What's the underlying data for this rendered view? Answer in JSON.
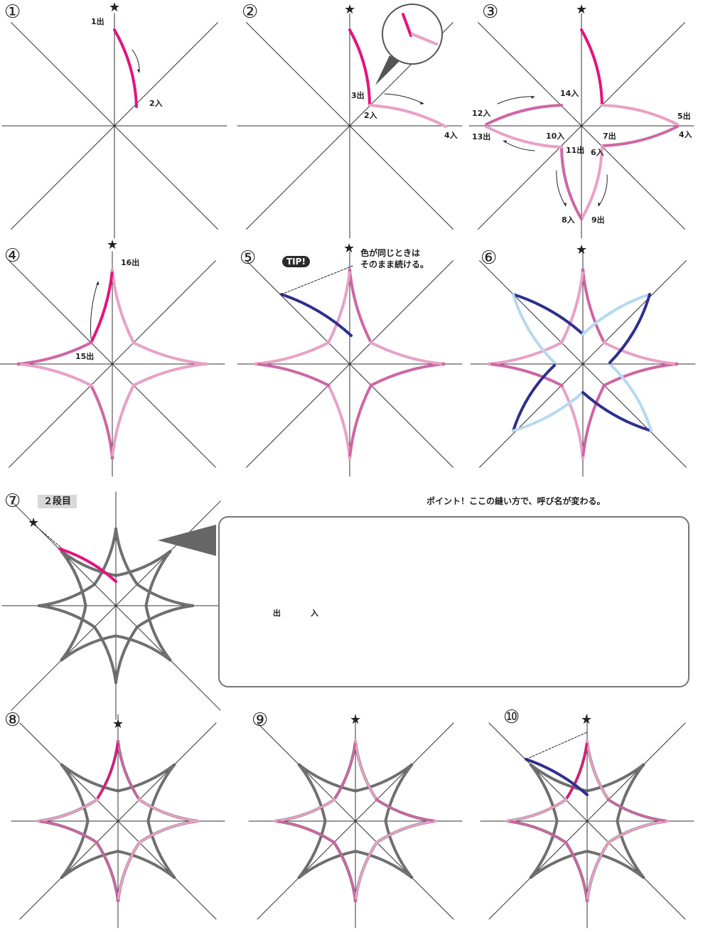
{
  "colors": {
    "magenta": "#e4137d",
    "pink": "#e8a1c6",
    "mid_pink": "#cf65a5",
    "navy": "#2e2f8c",
    "light_blue": "#b5d9f0",
    "gray": "#6f6f6f",
    "axis": "#333333"
  },
  "star_glyph": "★",
  "steps": [
    {
      "number": "①"
    },
    {
      "number": "②"
    },
    {
      "number": "③"
    },
    {
      "number": "④"
    },
    {
      "number": "⑤"
    },
    {
      "number": "⑥"
    },
    {
      "number": "⑦"
    },
    {
      "number": "⑧"
    },
    {
      "number": "⑨"
    },
    {
      "number": "⑩"
    }
  ],
  "step1": {
    "labels": [
      "1出",
      "2入"
    ]
  },
  "step2": {
    "labels": [
      "3出",
      "2入",
      "4入"
    ]
  },
  "step3": {
    "labels": [
      "14入",
      "12入",
      "5出",
      "13出",
      "10入",
      "7出",
      "4入",
      "11出",
      "6入",
      "8入",
      "9出"
    ]
  },
  "step4": {
    "labels": [
      "16出",
      "15出"
    ]
  },
  "step5": {
    "tip": "TIP!",
    "note_line1": "色が同じときは",
    "note_line2": "そのまま続ける。"
  },
  "step7": {
    "badge": "２段目",
    "point": "ポイント！ここの縫い方で、呼び名が変わる。",
    "out_label": "出",
    "in_label": "入"
  }
}
